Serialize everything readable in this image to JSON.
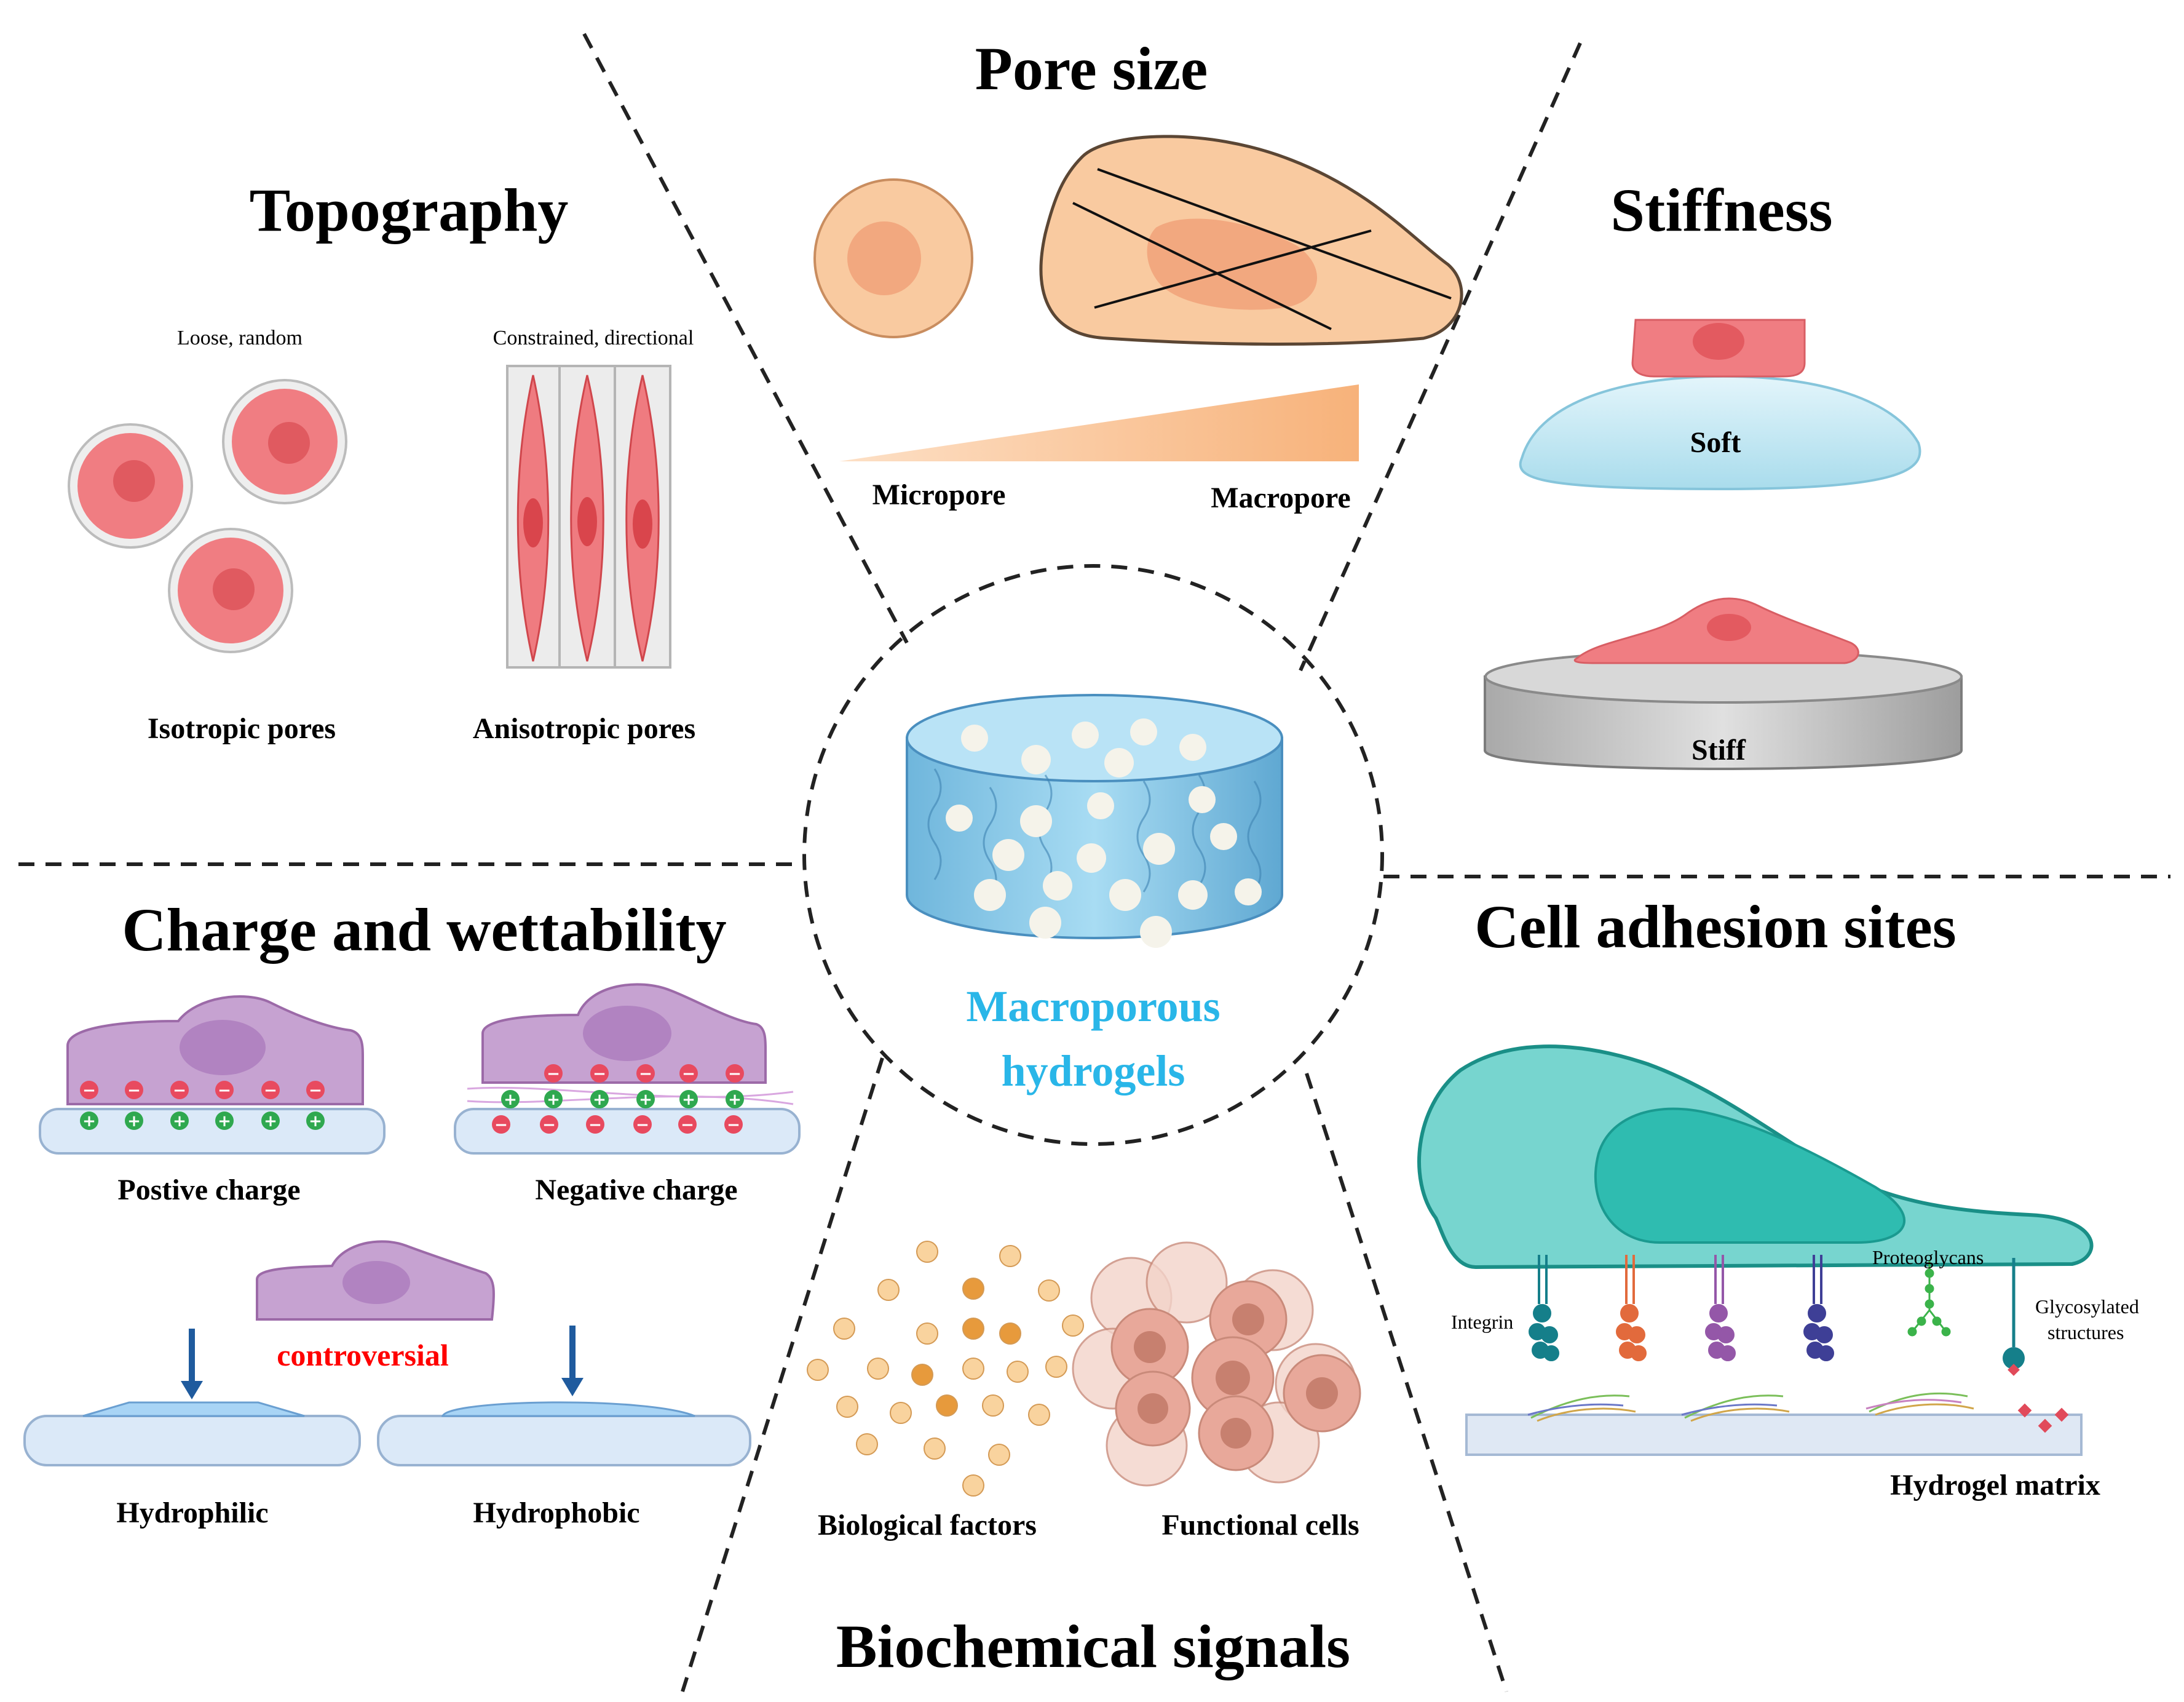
{
  "center": {
    "title_line1": "Macroporous",
    "title_line2": "hydrogels",
    "color": "#29b6e8"
  },
  "topography": {
    "title": "Topography",
    "loose_caption": "Loose, random",
    "constrained_caption": "Constrained, directional",
    "isotropic_label": "Isotropic pores",
    "anisotropic_label": "Anisotropic pores"
  },
  "pore_size": {
    "title": "Pore size",
    "micropore_label": "Micropore",
    "macropore_label": "Macropore"
  },
  "stiffness": {
    "title": "Stiffness",
    "soft_label": "Soft",
    "stiff_label": "Stiff"
  },
  "charge": {
    "title": "Charge and wettability",
    "positive_label": "Postive charge",
    "negative_label": "Negative charge",
    "controversial_label": "controversial",
    "hydrophilic_label": "Hydrophilic",
    "hydrophobic_label": "Hydrophobic",
    "plus_symbol": "+",
    "minus_symbol": "−"
  },
  "adhesion": {
    "title": "Cell adhesion sites",
    "integrin_label": "Integrin",
    "proteoglycans_label": "Proteoglycans",
    "glyco_line1": "Glycosylated",
    "glyco_line2": "structures",
    "matrix_label": "Hydrogel matrix"
  },
  "biochemical": {
    "title": "Biochemical signals",
    "factors_label": "Biological factors",
    "cells_label": "Functional cells"
  },
  "colors": {
    "cell_red": "#f07d82",
    "cell_purple": "#c9a3d3",
    "cell_teal": "#77d5cf",
    "peach": "#f8c9a0",
    "hydrogel_blue": "#8fd0ef",
    "controversial_red": "#ff0000",
    "arrow_blue": "#1f5b9e"
  }
}
